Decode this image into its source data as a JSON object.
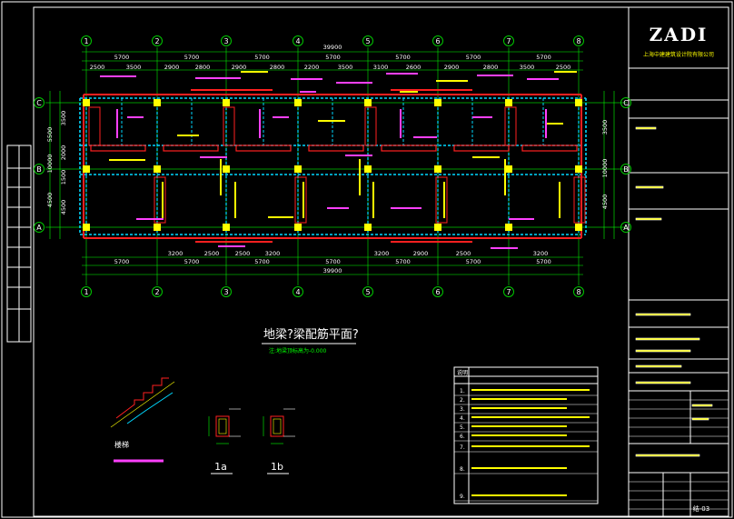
{
  "title_block": {
    "logo": "ZADI",
    "company_line": "上海中建建筑设计院有限公司",
    "sheet_no": "结-03"
  },
  "plan": {
    "title": "地梁?梁配筋平面?",
    "note": "注:地梁顶标高为-0.000",
    "grid_cols": [
      "1",
      "2",
      "3",
      "4",
      "5",
      "6",
      "7",
      "8"
    ],
    "grid_rows": [
      "C",
      "B",
      "A"
    ],
    "total_dim": "39900",
    "top_dims": [
      "5700",
      "5700",
      "5700",
      "5700",
      "5700",
      "5700",
      "5700"
    ],
    "top_sub_dims": [
      "2500",
      "3500",
      "2900",
      "2800",
      "2900",
      "2800",
      "2200",
      "3500",
      "3100",
      "2600",
      "2900",
      "2800",
      "3500",
      "2500"
    ],
    "bottom_dims": [
      "5700",
      "5700",
      "5700",
      "5700",
      "5700",
      "5700",
      "5700"
    ],
    "bottom_sub_dims": [
      "3200",
      "2500",
      "2500",
      "3200",
      "3200",
      "2900",
      "2500",
      "3200"
    ],
    "left_dims": [
      "5500",
      "10000",
      "4500"
    ],
    "left_sub_dims": [
      "3500",
      "2000",
      "1500",
      "4500"
    ],
    "right_dims": [
      "3500",
      "10000",
      "4500"
    ]
  },
  "details": {
    "section_a": "1a",
    "section_b": "1b",
    "stair_label": "楼梯"
  },
  "notes": {
    "header": "说明:",
    "items": [
      "1.",
      "2.",
      "3.",
      "4.",
      "5.",
      "6.",
      "7.",
      "8.",
      "9."
    ]
  },
  "colors": {
    "grid": "#00c800",
    "beam": "#ff2020",
    "wall": "#00d8ff",
    "text_m": "#ff40ff",
    "text_y": "#ffff00",
    "dim": "#00ff00",
    "frame": "#ffffff"
  }
}
